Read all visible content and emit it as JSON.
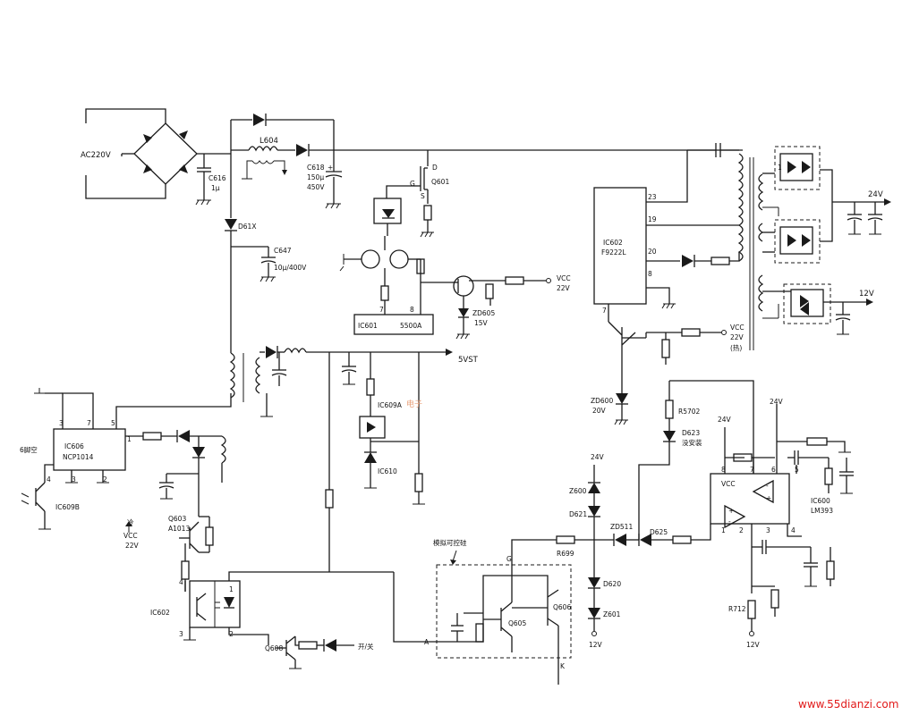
{
  "labels": {
    "ac_in": "AC220V",
    "c616": "C616",
    "c616_val": "1μ",
    "l604": "L604",
    "c618": "C618",
    "c618_val1": "150μ",
    "c618_val2": "450V",
    "d61x": "D61X",
    "c647": "C647",
    "c647_val": "10μ/400V",
    "q601": "Q601",
    "q601_d": "D",
    "q601_g": "G",
    "q601_s": "S",
    "ic601": "IC601",
    "ic601_part": "5500A",
    "ic601_pin7": "7",
    "ic601_pin8": "8",
    "vcc_22v_top": "VCC",
    "vcc_22v_top_val": "22V",
    "zd605": "ZD605",
    "zd605_val": "15V",
    "ic602": "IC602",
    "ic602_part": "F9222L",
    "ic602_pin23": "23",
    "ic602_pin19": "19",
    "ic602_pin20": "20",
    "ic602_pin8": "8",
    "ic602_pin7": "7",
    "vcc_hot": "VCC",
    "vcc_hot_val": "22V",
    "vcc_hot_note": "(热)",
    "out_24v": "24V",
    "out_12v": "12V",
    "rail_5vst": "5VST",
    "ic609a": "IC609A",
    "ic610": "IC610",
    "ic606": "IC606",
    "ic606_part": "NCP1014",
    "ic606_pin3": "3",
    "ic606_pin7": "7",
    "ic606_pin5": "5",
    "ic606_pin4": "4",
    "ic606_pin1": "1",
    "ic606_pin2": "2",
    "ic606_note": "6脚空",
    "ic609b": "IC609B",
    "q603": "Q603",
    "q603_part": "A1013",
    "vcc_cold": "VCC",
    "vcc_cold_val": "22V",
    "vcc_cold_prefix": "冷",
    "ic602b": "IC602",
    "ic602b_pin1": "1",
    "ic602b_pin2": "2",
    "ic602b_pin3": "3",
    "ic602b_pin4": "4",
    "q608": "Q608",
    "power_switch": "开/关",
    "zd600": "ZD600",
    "zd600_val": "20V",
    "rail_24v_mid": "24V",
    "z600": "Z600",
    "d621": "D621",
    "zd511": "ZD511",
    "d625": "D625",
    "r699": "R699",
    "d620": "D620",
    "z601": "Z601",
    "rail_12v_mid": "12V",
    "scr_box": "模拟可控硅",
    "scr_g": "G",
    "scr_a": "A",
    "scr_k": "K",
    "q605": "Q605",
    "q606": "Q606",
    "r5702": "R5702",
    "d623": "D623",
    "d623_note": "没安装",
    "rail_24v_ic600": "24V",
    "rail_24v_ic600b": "24V",
    "ic600": "IC600",
    "ic600_part": "LM393",
    "ic600_vcc": "VCC",
    "ic600_pin8": "8",
    "ic600_pin7": "7",
    "ic600_pin6": "6",
    "ic600_pin5": "5",
    "ic600_pin1": "1",
    "ic600_pin2": "2",
    "ic600_pin3": "3",
    "ic600_pin4": "4",
    "r712": "R712",
    "rail_12v_bottom": "12V",
    "watermark": "www.55dianzi.com"
  },
  "colors": {
    "ink": "#1a1a1a",
    "watermark": "#e11a1a"
  }
}
